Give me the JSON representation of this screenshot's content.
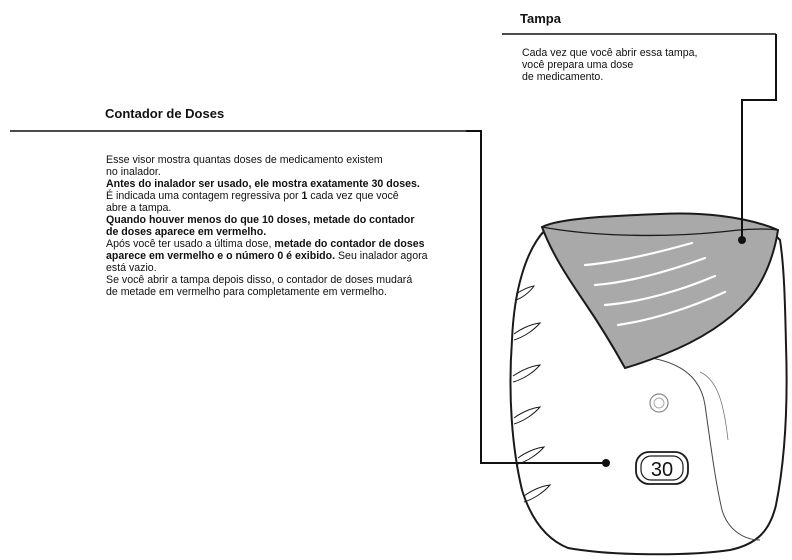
{
  "tampa": {
    "title": "Tampa",
    "lines": [
      "Cada vez que você abrir essa tampa,",
      "você prepara uma dose",
      "de medicamento."
    ]
  },
  "contador": {
    "title": "Contador de Doses",
    "para1_line1": "Esse visor mostra quantas doses de medicamento existem",
    "para1_line2": "no inalador.",
    "para2": "Antes do inalador ser usado, ele mostra exatamente 30 doses.",
    "para3_a": "É indicada uma contagem regressiva por ",
    "para3_b": "1",
    "para3_c": " cada vez que você",
    "para3_d": "abre a tampa.",
    "para4_line1": "Quando houver menos do que 10 doses, metade do contador",
    "para4_line2": "de doses aparece em vermelho.",
    "para5_a": "Após você ter usado a última dose, ",
    "para5_b1": "metade do contador de doses",
    "para5_b2": "aparece em vermelho e o número 0 é exibido.",
    "para5_c": " Seu inalador agora",
    "para5_d": "está vazio.",
    "para6_line1": "Se você abrir a tampa depois disso, o contador de doses mudará",
    "para6_line2": "de metade em vermelho para completamente em vermelho."
  },
  "counter_display": "30",
  "colors": {
    "outline": "#1a1a1a",
    "cap_fill": "#a9a9a9",
    "body_fill": "#ffffff",
    "leader_line": "#111111"
  }
}
